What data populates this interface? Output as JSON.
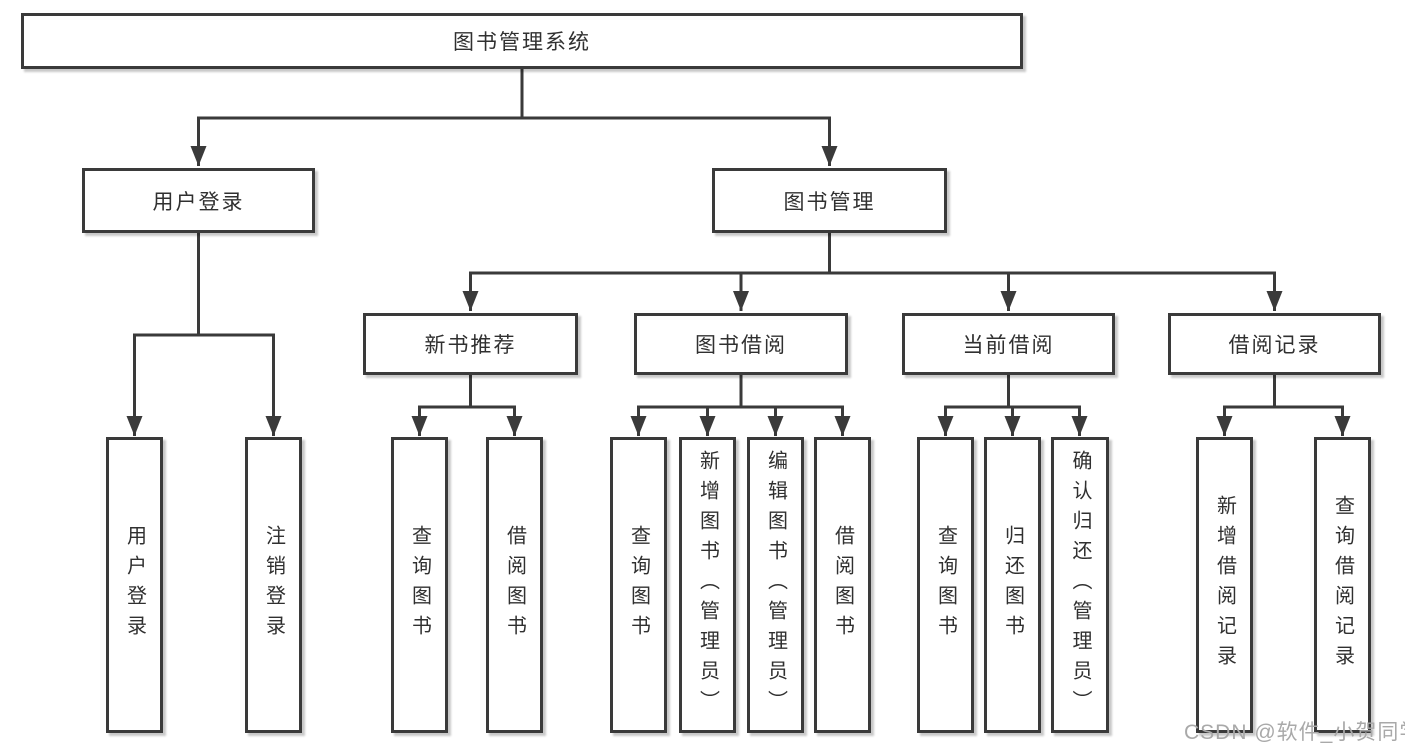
{
  "tree": {
    "root": {
      "label": "图书管理系统"
    },
    "children": [
      {
        "label": "用户登录",
        "children": [
          {
            "label": "用户登录"
          },
          {
            "label": "注销登录"
          }
        ]
      },
      {
        "label": "图书管理",
        "children": [
          {
            "label": "新书推荐",
            "children": [
              {
                "label": "查询图书"
              },
              {
                "label": "借阅图书"
              }
            ]
          },
          {
            "label": "图书借阅",
            "children": [
              {
                "label": "查询图书"
              },
              {
                "label": "新增图书（管理员）"
              },
              {
                "label": "编辑图书（管理员）"
              },
              {
                "label": "借阅图书"
              }
            ]
          },
          {
            "label": "当前借阅",
            "children": [
              {
                "label": "查询图书"
              },
              {
                "label": "归还图书"
              },
              {
                "label": "确认归还（管理员）"
              }
            ]
          },
          {
            "label": "借阅记录",
            "children": [
              {
                "label": "新增借阅记录"
              },
              {
                "label": "查询借阅记录"
              }
            ]
          }
        ]
      }
    ]
  },
  "watermark": {
    "text": "CSDN @软件_小贺同学"
  },
  "colors": {
    "line": "#3a3a3a",
    "text": "#303030",
    "box_background": "#ffffff",
    "watermark": "#a9a9a9"
  }
}
